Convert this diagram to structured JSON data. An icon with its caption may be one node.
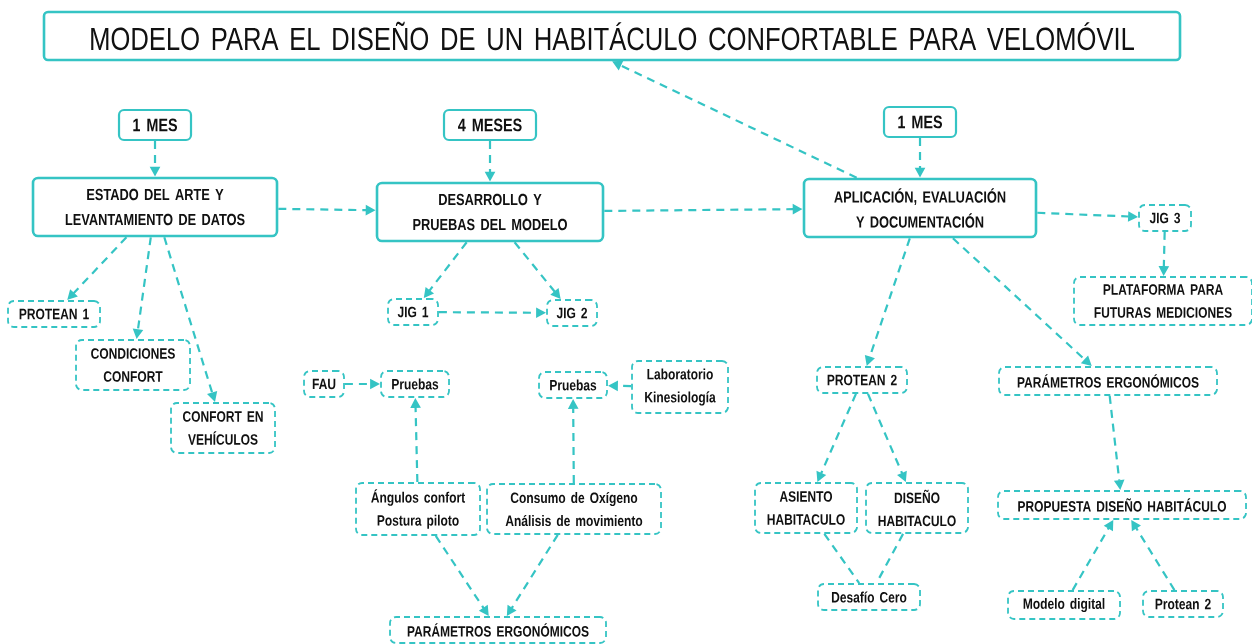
{
  "diagram": {
    "nodes": [
      {
        "text": [
          "MODELO PARA EL DISEÑO DE UN HABITÁCULO CONFORTABLE PARA VELOMÓVIL"
        ]
      },
      {
        "text": [
          "1 MES"
        ]
      },
      {
        "text": [
          "ESTADO DEL ARTE Y LEVANTAMIENTO DE DATOS"
        ]
      },
      {
        "text": [
          "4 MESES"
        ]
      },
      {
        "text": [
          "DESARROLLO Y PRUEBAS DEL MODELO"
        ]
      },
      {
        "text": [
          "1 MES"
        ]
      },
      {
        "text": [
          "APLICACIÓN, EVALUACIÓN Y DOCUMENTACIÓN"
        ]
      },
      {
        "text": [
          "JIG 3"
        ]
      },
      {
        "text": [
          "PLATAFORMA PARA FUTURAS MEDICIONES"
        ]
      },
      {
        "text": [
          "PROTEAN 1"
        ]
      },
      {
        "text": [
          "CONDICIONES CONFORT"
        ]
      },
      {
        "text": [
          "CONFORT EN VEHÍCULOS"
        ]
      },
      {
        "text": [
          "JIG 1"
        ]
      },
      {
        "text": [
          "JIG 2"
        ]
      },
      {
        "text": [
          "FAU"
        ]
      },
      {
        "text": [
          "Pruebas"
        ]
      },
      {
        "text": [
          "Pruebas"
        ]
      },
      {
        "text": [
          "Laboratorio Kinesiología"
        ]
      },
      {
        "text": [
          "Ángulos confort Postura piloto"
        ]
      },
      {
        "text": [
          "Consumo de Oxígeno Análisis de movimiento"
        ]
      },
      {
        "text": [
          "PARÁMETROS ERGONÓMICOS"
        ]
      },
      {
        "text": [
          "PROTEAN 2"
        ]
      },
      {
        "text": [
          "PARÁMETROS ERGONÓMICOS"
        ]
      },
      {
        "text": [
          "ASIENTO HABITACULO"
        ]
      },
      {
        "text": [
          "DISEÑO HABITACULO"
        ]
      },
      {
        "text": [
          "Desafío Cero"
        ]
      },
      {
        "text": [
          "PROPUESTA DISEÑO HABITÁCULO"
        ]
      },
      {
        "text": [
          "Modelo digital"
        ]
      },
      {
        "text": [
          "Protean 2"
        ]
      }
    ],
    "edges": [
      {
        "from": 1,
        "to": 2,
        "arrow": "to"
      },
      {
        "from": 3,
        "to": 4,
        "arrow": "to"
      },
      {
        "from": 5,
        "to": 6,
        "arrow": "to"
      },
      {
        "from": 2,
        "to": 4,
        "arrow": "to"
      },
      {
        "from": 4,
        "to": 6,
        "arrow": "to"
      },
      {
        "from": 6,
        "to": 0,
        "arrow": "to"
      },
      {
        "from": 6,
        "to": 7,
        "arrow": "to"
      },
      {
        "from": 7,
        "to": 8,
        "arrow": "to"
      },
      {
        "from": 2,
        "to": 9,
        "arrow": "to"
      },
      {
        "from": 2,
        "to": 10,
        "arrow": "to"
      },
      {
        "from": 2,
        "to": 11,
        "arrow": "to"
      },
      {
        "from": 4,
        "to": 12,
        "arrow": "to"
      },
      {
        "from": 4,
        "to": 13,
        "arrow": "to"
      },
      {
        "from": 12,
        "to": 13,
        "arrow": "to"
      },
      {
        "from": 14,
        "to": 15,
        "arrow": "to"
      },
      {
        "from": 17,
        "to": 16,
        "arrow": "to"
      },
      {
        "from": 18,
        "to": 15,
        "arrow": "to"
      },
      {
        "from": 19,
        "to": 16,
        "arrow": "to"
      },
      {
        "from": 18,
        "to": 20,
        "arrow": "to"
      },
      {
        "from": 19,
        "to": 20,
        "arrow": "to"
      },
      {
        "from": 6,
        "to": 21,
        "arrow": "to"
      },
      {
        "from": 6,
        "to": 22,
        "arrow": "to"
      },
      {
        "from": 21,
        "to": 23,
        "arrow": "to"
      },
      {
        "from": 21,
        "to": 24,
        "arrow": "to"
      },
      {
        "from": 23,
        "to": 25,
        "arrow": "none"
      },
      {
        "from": 24,
        "to": 25,
        "arrow": "none"
      },
      {
        "from": 22,
        "to": 26,
        "arrow": "to"
      },
      {
        "from": 27,
        "to": 26,
        "arrow": "to"
      },
      {
        "from": 28,
        "to": 26,
        "arrow": "to"
      }
    ]
  }
}
